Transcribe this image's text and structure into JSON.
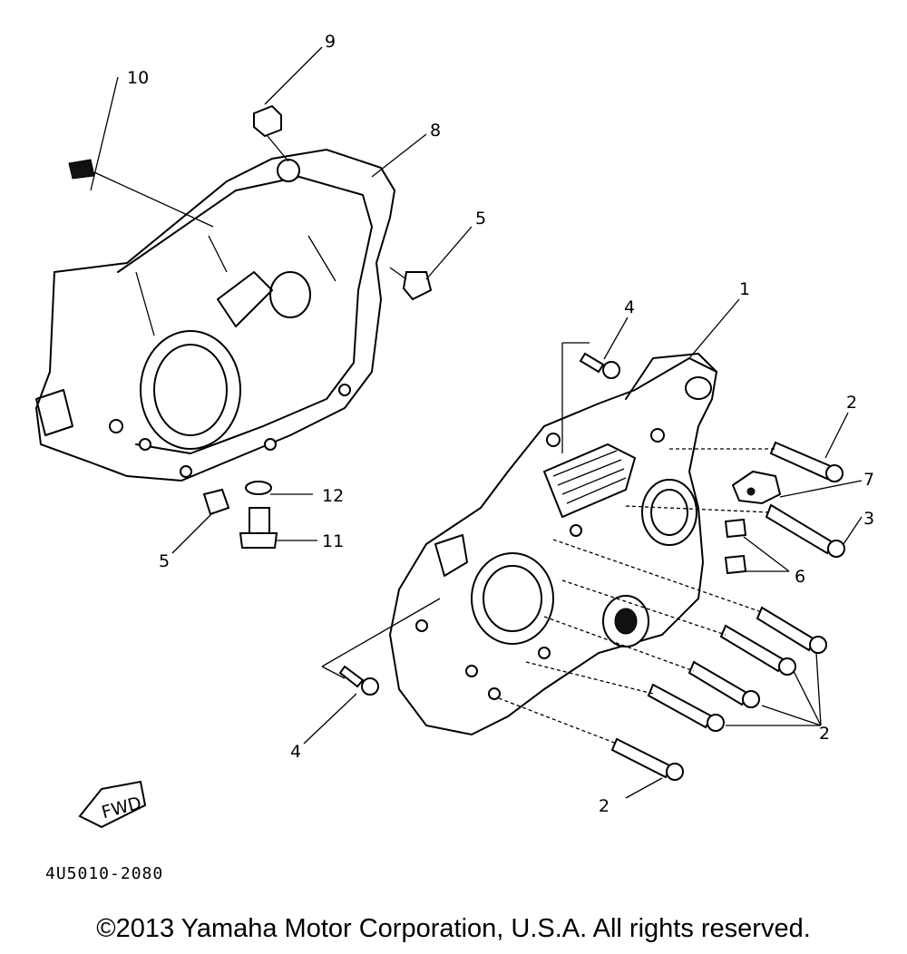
{
  "diagram": {
    "callouts": {
      "c1": "1",
      "c2a": "2",
      "c2b": "2",
      "c2c": "2",
      "c3": "3",
      "c4a": "4",
      "c4b": "4",
      "c5a": "5",
      "c5b": "5",
      "c6": "6",
      "c7": "7",
      "c8": "8",
      "c9": "9",
      "c10": "10",
      "c11": "11",
      "c12": "12"
    },
    "fwd_label": "FWD",
    "part_code": "4U5010-2080"
  },
  "footer": {
    "copyright": "©2013 Yamaha Motor Corporation, U.S.A. All rights reserved."
  },
  "colors": {
    "line": "#000000",
    "background": "#ffffff"
  }
}
